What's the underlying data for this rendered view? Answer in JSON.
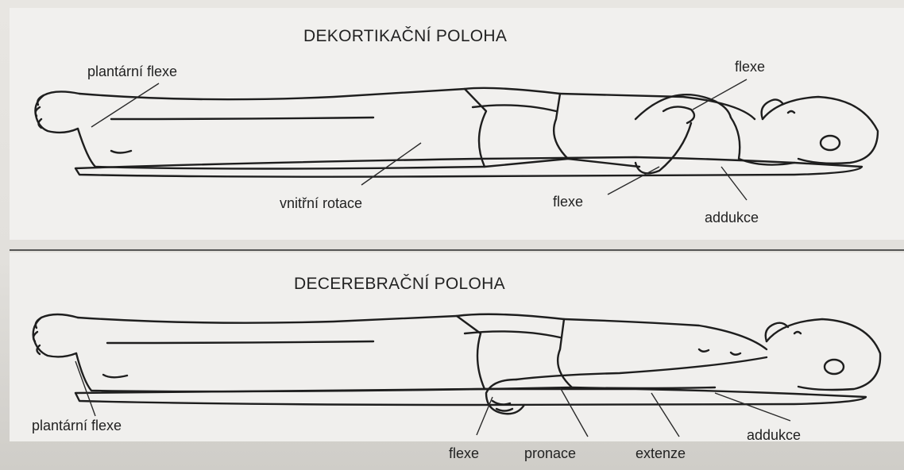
{
  "panels": {
    "top": {
      "title": "DEKORTIKAČNÍ POLOHA",
      "labels": {
        "plantar": "plantární flexe",
        "flexe_upper": "flexe",
        "vnitrni": "vnitřní rotace",
        "flexe_lower": "flexe",
        "addukce": "addukce"
      }
    },
    "bottom": {
      "title": "DECEREBRAČNÍ POLOHA",
      "labels": {
        "plantar": "plantární flexe",
        "flexe": "flexe",
        "pronace": "pronace",
        "extenze": "extenze",
        "addukce": "addukce"
      }
    }
  }
}
